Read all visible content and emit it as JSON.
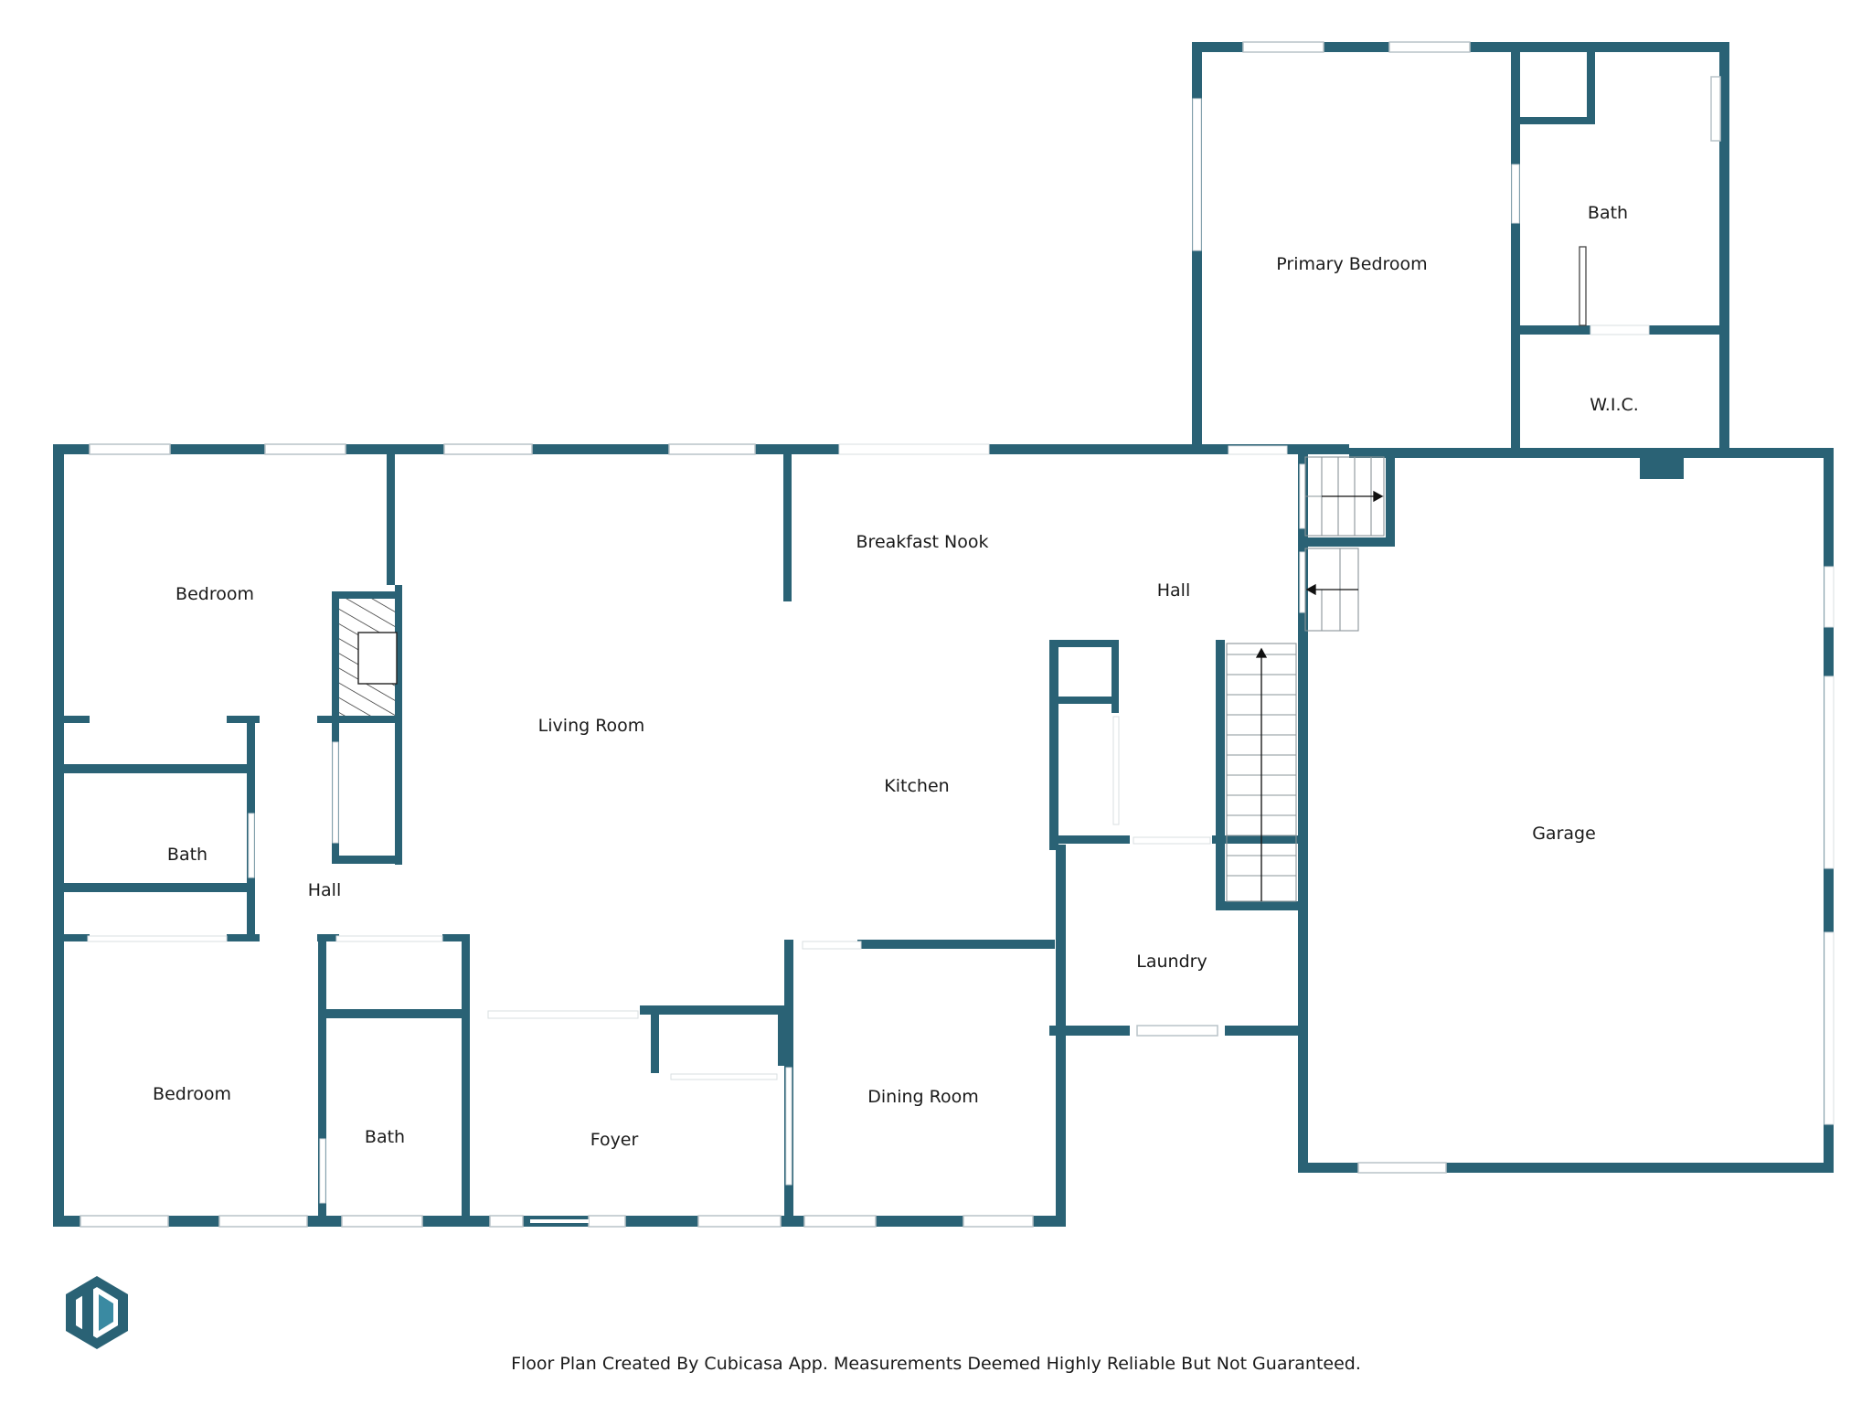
{
  "colors": {
    "wall": "#2a6275",
    "window": "#b9c3c8",
    "fixture": "#222222"
  },
  "rooms": {
    "primary_bedroom": "Primary Bedroom",
    "primary_bath": "Bath",
    "wic": "W.I.C.",
    "bedroom_1": "Bedroom",
    "breakfast_nook": "Breakfast Nook",
    "hall_upper": "Hall",
    "living_room": "Living Room",
    "kitchen": "Kitchen",
    "garage": "Garage",
    "bath_1": "Bath",
    "hall_lower": "Hall",
    "laundry": "Laundry",
    "bedroom_2": "Bedroom",
    "bath_2": "Bath",
    "foyer": "Foyer",
    "dining_room": "Dining Room"
  },
  "footer": "Floor Plan Created By Cubicasa App. Measurements Deemed Highly Reliable But Not Guaranteed.",
  "logo": {
    "icon": "cubicasa-logo-icon"
  }
}
